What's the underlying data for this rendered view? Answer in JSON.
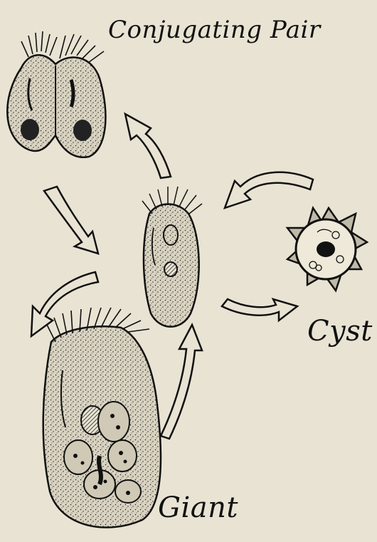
{
  "labels": {
    "conjugating_pair": "Conjugating Pair",
    "cyst": "Cyst",
    "giant": "Giant"
  },
  "colors": {
    "background": "#e8e3d3",
    "ink": "#111111",
    "cell_fill": "#d9d3c1"
  },
  "stages": [
    "conjugating-pair",
    "normal-cell",
    "cyst",
    "giant"
  ]
}
